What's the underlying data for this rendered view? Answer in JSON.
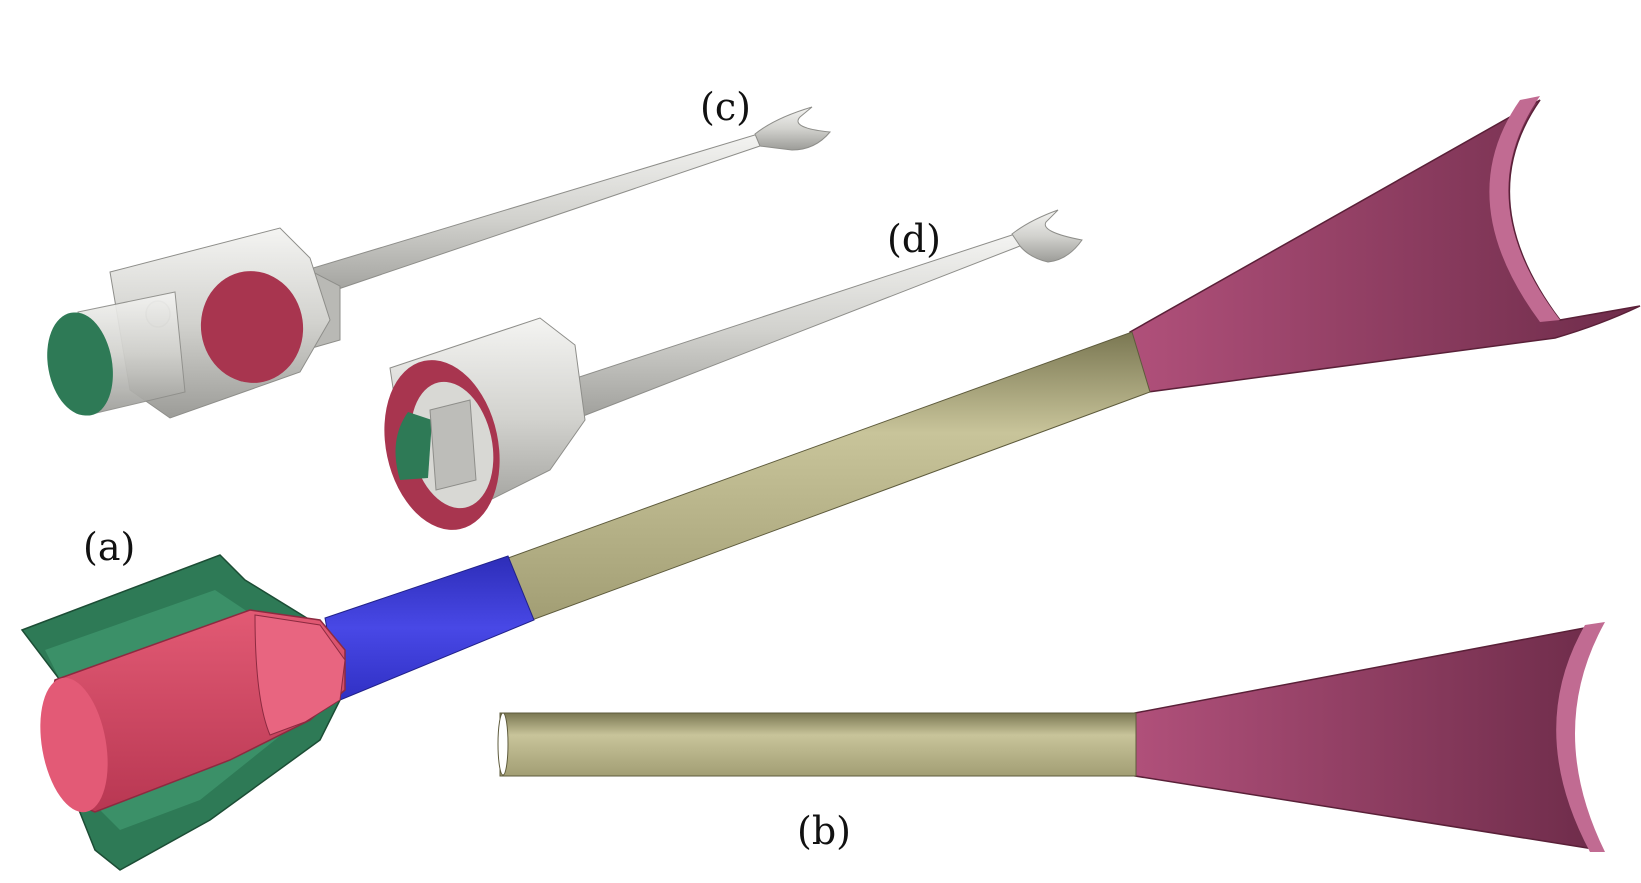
{
  "labels": {
    "a": "(a)",
    "b": "(b)",
    "c": "(c)",
    "d": "(d)"
  },
  "colors": {
    "green_housing": "#2e7a56",
    "red_body": "#d84a66",
    "red_disc": "#a8354f",
    "blue_taper": "#3a3ad8",
    "olive_tube": "#b8b48a",
    "magenta_funnel": "#a04a70",
    "gray_part": "#cfcfcb"
  }
}
